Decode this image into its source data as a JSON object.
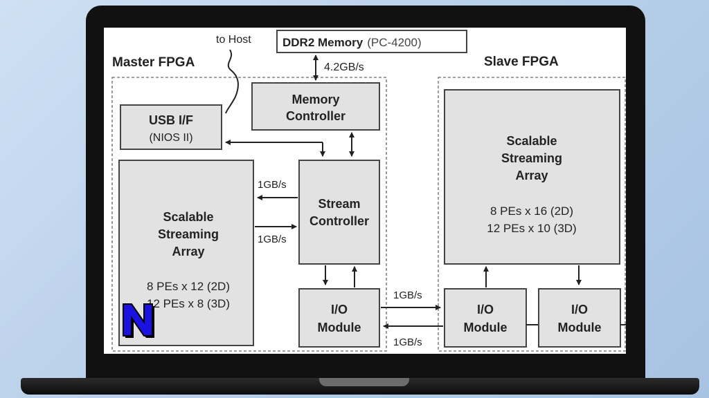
{
  "diagram": {
    "top_memory": {
      "title": "DDR2 Memory",
      "spec": "(PC-4200)"
    },
    "to_host": "to Host",
    "mem_bw": "4.2GB/s",
    "master_label": "Master FPGA",
    "slave_label": "Slave FPGA",
    "memory_controller": [
      "Memory",
      "Controller"
    ],
    "usb": [
      "USB I/F",
      "(NIOS II)"
    ],
    "stream_controller": [
      "Stream",
      "Controller"
    ],
    "master_array": {
      "title": [
        "Scalable",
        "Streaming",
        "Array"
      ],
      "pes": [
        "8 PEs x 12 (2D)",
        "12 PEs x 8 (3D)"
      ]
    },
    "slave_array": {
      "title": [
        "Scalable",
        "Streaming",
        "Array"
      ],
      "pes": [
        "8 PEs x 16 (2D)",
        "12 PEs x 10 (3D)"
      ]
    },
    "io_module": [
      "I/O",
      "Module"
    ],
    "bw_1": "1GB/s",
    "bw_2": "1GB/s",
    "bw_3": "1GB/s",
    "bw_4": "1GB/s"
  },
  "logo": {
    "letter": "N",
    "color": "#1a12e0"
  },
  "colors": {
    "box_fill": "#e2e2e2",
    "laptop": "#111111",
    "background": "#b9d0ea"
  }
}
